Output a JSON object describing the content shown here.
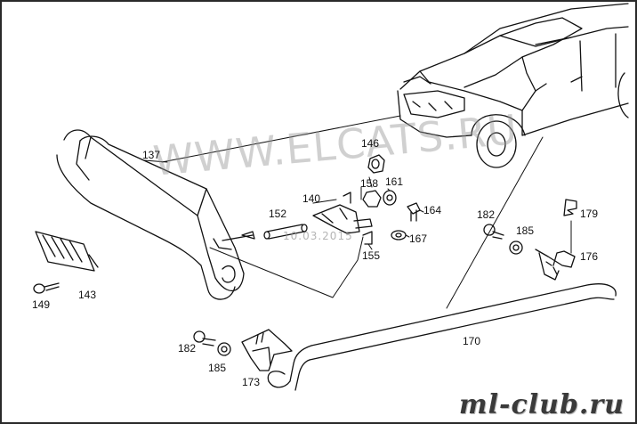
{
  "watermark": {
    "text": "WWW.ELCATS.RU",
    "date": "10.03.2015",
    "site": "ml-club.ru"
  },
  "parts": [
    {
      "id": "p137",
      "label": "137"
    },
    {
      "id": "p143",
      "label": "143"
    },
    {
      "id": "p149",
      "label": "149"
    },
    {
      "id": "p146",
      "label": "146"
    },
    {
      "id": "p158",
      "label": "158"
    },
    {
      "id": "p161",
      "label": "161"
    },
    {
      "id": "p140",
      "label": "140"
    },
    {
      "id": "p152",
      "label": "152"
    },
    {
      "id": "p164",
      "label": "164"
    },
    {
      "id": "p167",
      "label": "167"
    },
    {
      "id": "p155",
      "label": "155"
    },
    {
      "id": "p182a",
      "label": "182"
    },
    {
      "id": "p185a",
      "label": "185"
    },
    {
      "id": "p179",
      "label": "179"
    },
    {
      "id": "p176",
      "label": "176"
    },
    {
      "id": "p170",
      "label": "170"
    },
    {
      "id": "p182b",
      "label": "182"
    },
    {
      "id": "p185b",
      "label": "185"
    },
    {
      "id": "p173",
      "label": "173"
    }
  ]
}
